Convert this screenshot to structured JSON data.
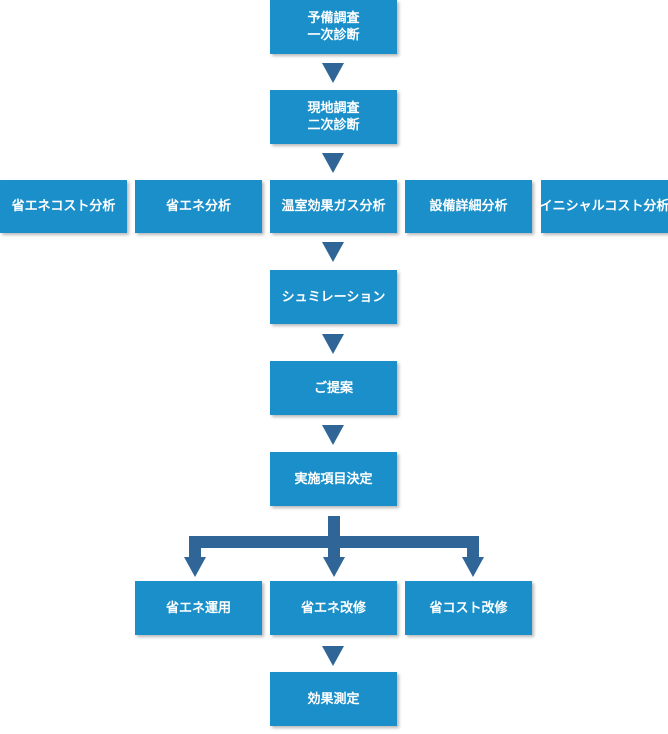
{
  "colors": {
    "box": "#1a8fc9",
    "box_text": "#ffffff",
    "arrow": "#2f6697"
  },
  "flow": {
    "step1": {
      "line1": "予備調査",
      "line2": "一次診断"
    },
    "step2": {
      "line1": "現地調査",
      "line2": "二次診断"
    },
    "analyses": [
      {
        "label": "省エネコスト分析"
      },
      {
        "label": "省エネ分析"
      },
      {
        "label": "温室効果ガス分析"
      },
      {
        "label": "設備詳細分析"
      },
      {
        "label": "イニシャルコスト分析"
      }
    ],
    "simulation": "シュミレーション",
    "proposal": "ご提案",
    "decision": "実施項目決定",
    "outcomes": [
      {
        "label": "省エネ運用"
      },
      {
        "label": "省エネ改修"
      },
      {
        "label": "省コスト改修"
      }
    ],
    "measurement": "効果測定"
  }
}
